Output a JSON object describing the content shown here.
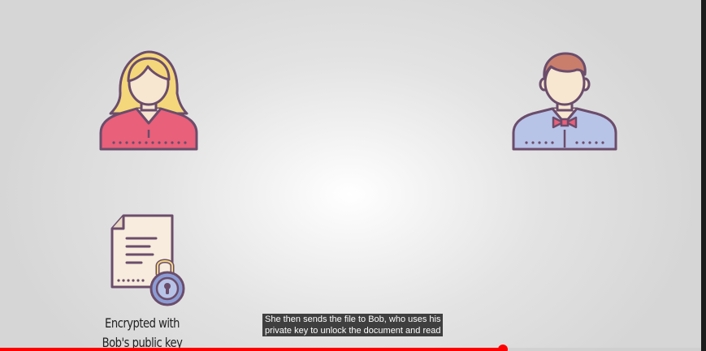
{
  "scene": {
    "document_label_line1": "Encrypted with",
    "document_label_line2": "Bob's public key"
  },
  "captions": {
    "line1": "She then sends the file to Bob, who uses his",
    "line2": "private key to unlock the document and read"
  },
  "player": {
    "progress_fraction": 0.717,
    "accent_color": "#ff0000"
  },
  "icons": {
    "alice": "woman-avatar-icon",
    "bob": "man-avatar-icon",
    "document": "locked-document-icon"
  }
}
